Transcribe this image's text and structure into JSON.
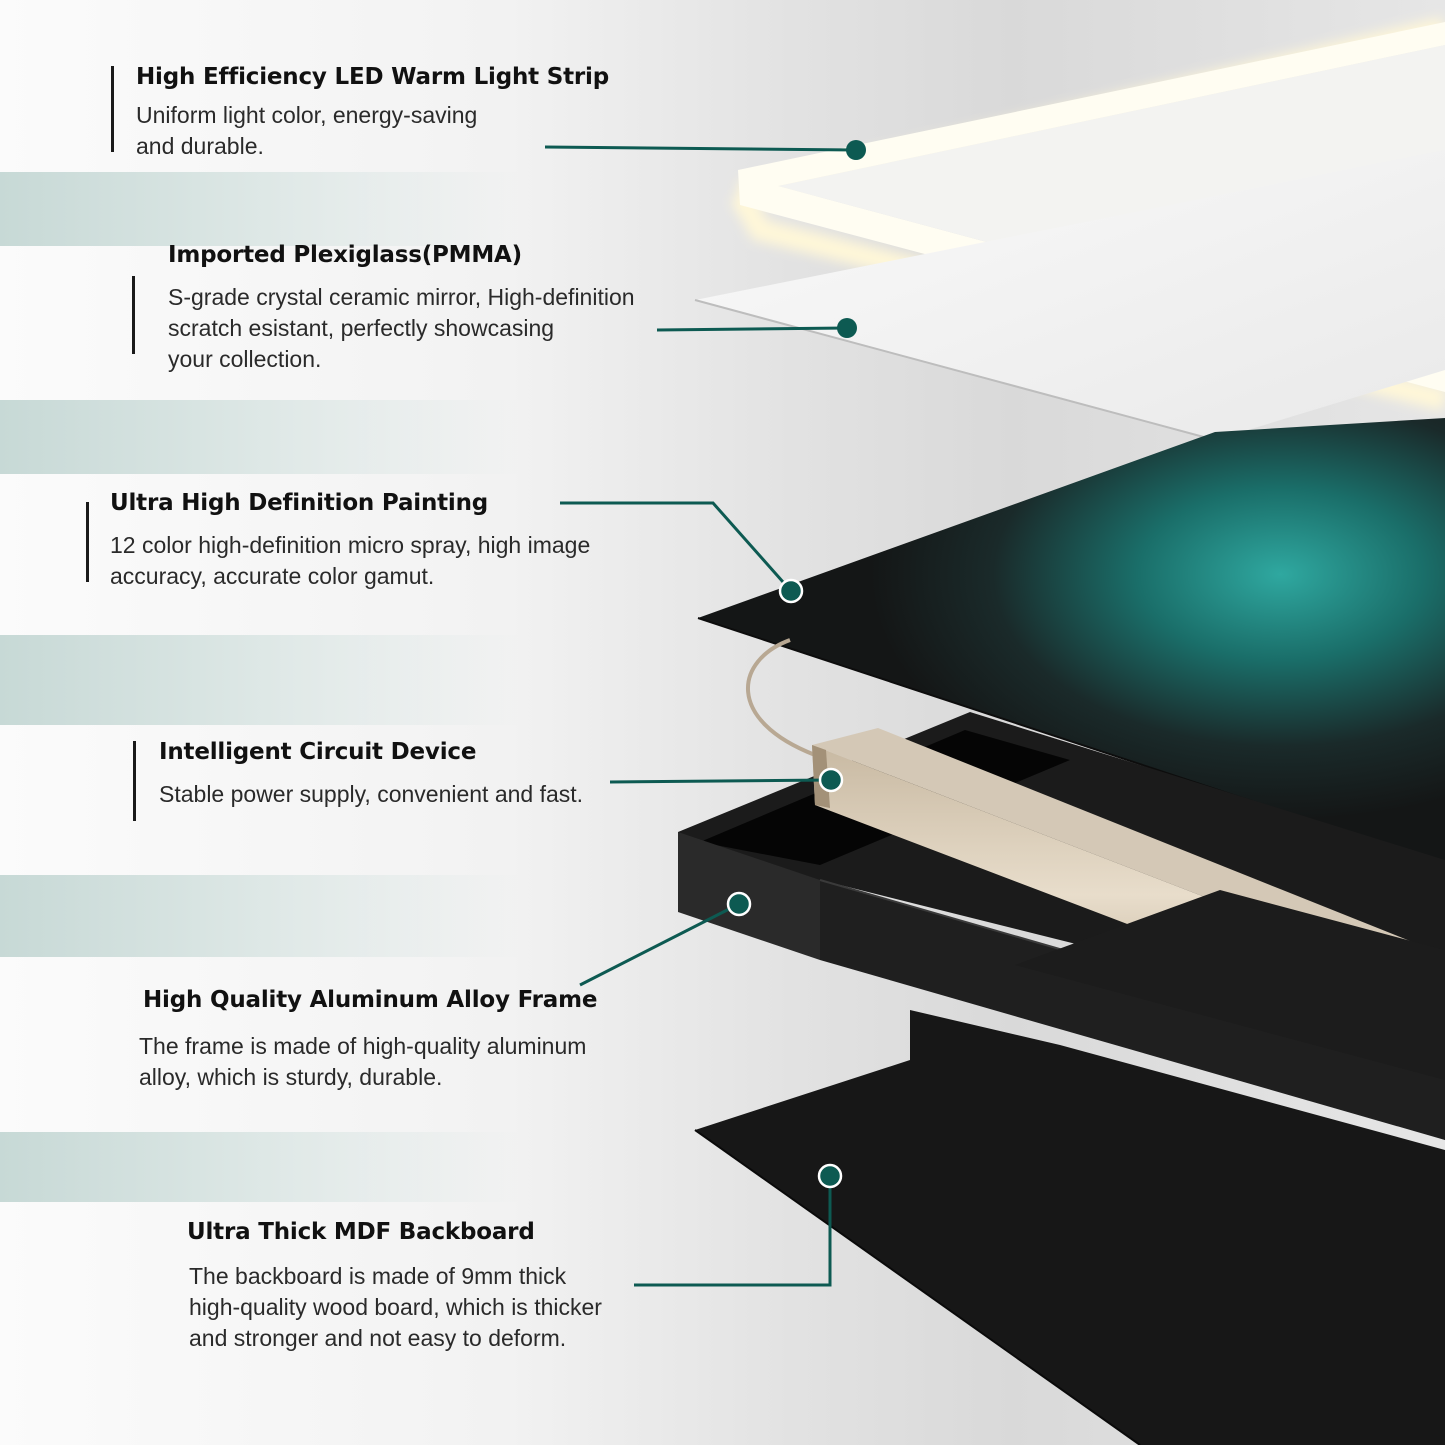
{
  "callouts": [
    {
      "title": "High Efficiency LED Warm Light Strip",
      "description": "Uniform light color, energy-saving\nand durable."
    },
    {
      "title": "Imported Plexiglass(PMMA)",
      "description": "S-grade crystal ceramic mirror, High-definition\nscratch esistant, perfectly showcasing\nyour collection."
    },
    {
      "title": "Ultra High Definition Painting",
      "description": "12 color high-definition micro spray, high image\naccuracy, accurate color gamut."
    },
    {
      "title": "Intelligent Circuit Device",
      "description": "Stable power supply, convenient and fast."
    },
    {
      "title": "High Quality Aluminum Alloy Frame",
      "description": "The frame is made of high-quality aluminum\nalloy, which is sturdy, durable."
    },
    {
      "title": "Ultra Thick MDF Backboard",
      "description": "The backboard is made of 9mm thick\nhigh-quality wood board, which is thicker\nand stronger and not easy to deform."
    }
  ],
  "colors": {
    "accent": "#0d5a52",
    "text": "#111111",
    "band": "#c7d9d6"
  }
}
